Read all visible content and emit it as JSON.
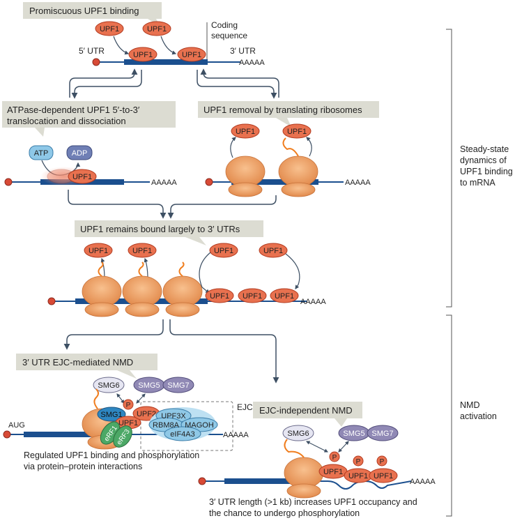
{
  "panels": {
    "promiscuous": "Promiscuous UPF1 binding",
    "atpase_line1": "ATPase-dependent UPF1 5′-to-3′",
    "atpase_line2": "translocation and dissociation",
    "removal": "UPF1 removal by translating ribosomes",
    "remains": "UPF1 remains bound largely to 3′ UTRs",
    "ejc_nmd": "3′ UTR EJC-mediated NMD",
    "ejc_independent": "EJC-independent NMD"
  },
  "labels": {
    "coding_line1": "Coding",
    "coding_line2": "sequence",
    "utr5": "5′ UTR",
    "utr3": "3′ UTR",
    "polya": "AAAAA",
    "aug": "AUG",
    "ejc": "EJC",
    "regulated_line1": "Regulated UPF1 binding and phosphorylation",
    "regulated_line2": "via protein–protein interactions",
    "length_line1": "3′ UTR length (>1 kb) increases UPF1 occupancy and",
    "length_line2": "the chance to undergo phosphorylation"
  },
  "brackets": {
    "steady_line1": "Steady-state",
    "steady_line2": "dynamics of",
    "steady_line3": "UPF1 binding",
    "steady_line4": "to mRNA",
    "nmd_line1": "NMD",
    "nmd_line2": "activation"
  },
  "proteins": {
    "upf1": "UPF1",
    "atp": "ATP",
    "adp": "ADP",
    "smg6": "SMG6",
    "smg5": "SMG5",
    "smg7": "SMG7",
    "smg1": "SMG1",
    "upf2": "UPF2",
    "upf3x": "UPF3X",
    "rbm8a": "RBM8A",
    "magoh": "MAGOH",
    "eif4a3": "eIF4A3",
    "erf1": "eRF1",
    "erf3": "eRF3",
    "p": "P"
  },
  "colors": {
    "upf1_fill": "#e8714f",
    "upf1_stroke": "#b23a1f",
    "rna": "#1b4f8e",
    "arrow": "#3d4f63",
    "callout": "#dcdcd2",
    "ribosome": "#f1a26a",
    "ribosome_dark": "#d9844a",
    "orange_tail": "#f07d1d",
    "atp": "#8ec8e8",
    "adp": "#6f7fb5",
    "smg1": "#2e86c1",
    "smg6": "#e6e6f2",
    "smg57": "#9089b5",
    "ejc_light": "#8fc8e6",
    "erf": "#4ca866",
    "pin": "#d84a36"
  }
}
